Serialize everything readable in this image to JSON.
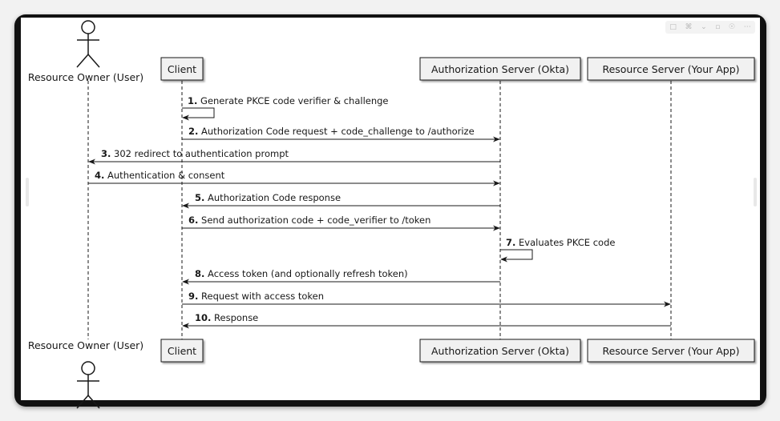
{
  "participants": [
    {
      "id": "owner",
      "label": "Resource Owner (User)",
      "kind": "actor"
    },
    {
      "id": "client",
      "label": "Client",
      "kind": "box"
    },
    {
      "id": "auth",
      "label": "Authorization Server (Okta)",
      "kind": "box"
    },
    {
      "id": "resource",
      "label": "Resource Server (Your App)",
      "kind": "box"
    }
  ],
  "messages": [
    {
      "num": "1.",
      "text": "Generate PKCE code verifier & challenge",
      "from": "client",
      "to": "client"
    },
    {
      "num": "2.",
      "text": "Authorization Code request + code_challenge to /authorize",
      "from": "client",
      "to": "auth"
    },
    {
      "num": "3.",
      "text": "302 redirect to authentication prompt",
      "from": "auth",
      "to": "owner"
    },
    {
      "num": "4.",
      "text": "Authentication & consent",
      "from": "owner",
      "to": "auth"
    },
    {
      "num": "5.",
      "text": "Authorization Code response",
      "from": "auth",
      "to": "client"
    },
    {
      "num": "6.",
      "text": "Send authorization code + code_verifier to /token",
      "from": "client",
      "to": "auth"
    },
    {
      "num": "7.",
      "text": "Evaluates PKCE code",
      "from": "auth",
      "to": "auth"
    },
    {
      "num": "8.",
      "text": "Access token (and optionally refresh token)",
      "from": "auth",
      "to": "client"
    },
    {
      "num": "9.",
      "text": "Request with access token",
      "from": "client",
      "to": "resource"
    },
    {
      "num": "10.",
      "text": "Response",
      "from": "resource",
      "to": "client"
    }
  ],
  "toolbar_icons": [
    "comment-icon",
    "pin-icon",
    "chevron-down-icon",
    "copy-icon",
    "target-icon",
    "more-icon"
  ]
}
